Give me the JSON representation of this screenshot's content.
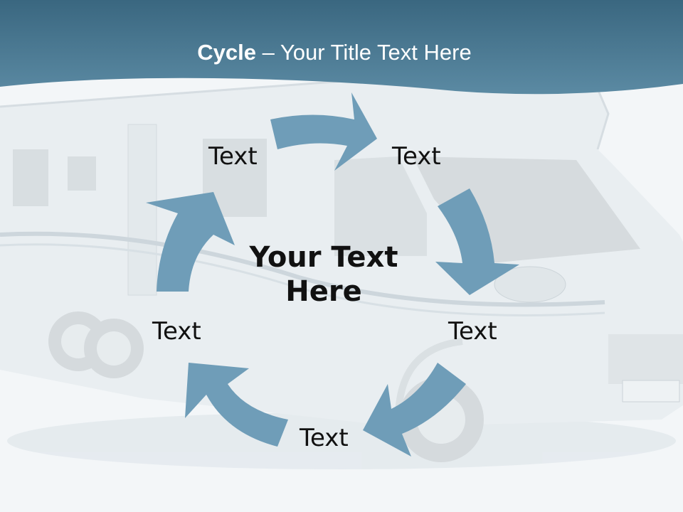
{
  "slide": {
    "title_bold": "Cycle",
    "title_rest": " – Your Title Text Here"
  },
  "cycle": {
    "center": [
      "Your Text",
      "Here"
    ],
    "steps": [
      {
        "label": "Text"
      },
      {
        "label": "Text"
      },
      {
        "label": "Text"
      },
      {
        "label": "Text"
      },
      {
        "label": "Text"
      }
    ]
  },
  "colors": {
    "header": "#3f6f87",
    "arrow": "#6f9db8",
    "background": "#f3f6f8"
  }
}
